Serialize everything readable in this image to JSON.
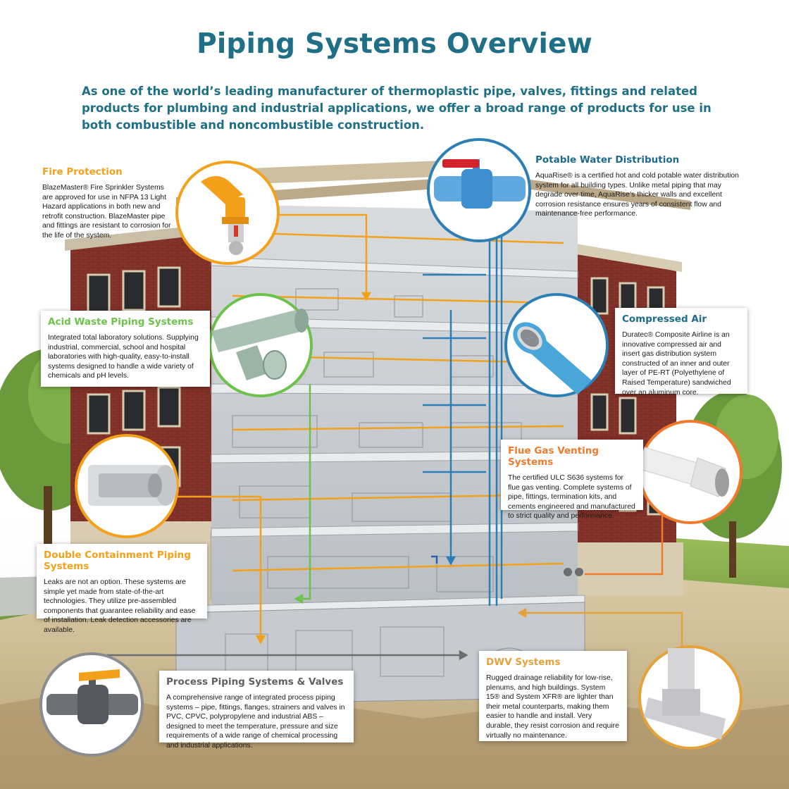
{
  "title": "Piping Systems Overview",
  "intro": "As one of the world’s leading manufacturer of thermoplastic pipe, valves, fittings and related products for plumbing and industrial applications, we offer a broad range of products for use in both combustible and noncombustible construction.",
  "colors": {
    "title": "#1f6f86",
    "orange": "#f3a11b",
    "green": "#6cc24a",
    "blue": "#2b7fb5",
    "gray": "#5f6061",
    "brick": "#8b3528"
  },
  "callouts": [
    {
      "key": "fire_protection",
      "title": "Fire Protection",
      "text": "BlazeMaster® Fire Sprinkler Systems are approved for use in NFPA 13 Light Hazard applications in both new and retrofit construction. BlazeMaster pipe and fittings are resistant to corrosion for the life of the system.",
      "icon": "sprinkler-icon"
    },
    {
      "key": "potable_water",
      "title": "Potable Water Distribution",
      "text": "AquaRise® is a certified hot and cold potable water distribution system for all building types. Unlike metal piping that may degrade over time, AquaRise’s thicker walls and excellent corrosion resistance ensures years of consistent flow and maintenance-free performance.",
      "icon": "ball-valve-icon"
    },
    {
      "key": "acid_waste",
      "title": "Acid Waste Piping Systems",
      "text": "Integrated total laboratory solutions. Supplying industrial, commercial, school and hospital laboratories with high-quality, easy-to-install systems designed to handle a wide variety of chemicals and pH levels.",
      "icon": "pipe-fittings-icon"
    },
    {
      "key": "compressed_air",
      "title": "Compressed Air",
      "text": "Duratec® Composite Airline is an innovative compressed air and insert gas distribution system constructed of an inner and outer layer of PE-RT (Polyethylene of Raised Temperature) sandwiched over an aluminum core.",
      "icon": "airline-pipe-icon"
    },
    {
      "key": "flue_gas",
      "title": "Flue Gas Venting Systems",
      "text": "The certified ULC S636 systems for flue gas venting. Complete systems of pipe, fittings, termination kits, and cements engineered and manufactured to strict quality and performance.",
      "icon": "vent-pipe-icon"
    },
    {
      "key": "double_containment",
      "title": "Double Containment Piping Systems",
      "text": "Leaks are not an option. These systems are simple yet made from state-of-the-art technologies. They utilize pre-assembled components that guarantee reliability and ease of installation. Leak detection accessories are available.",
      "icon": "containment-pipe-icon"
    },
    {
      "key": "process_piping",
      "title": "Process Piping Systems & Valves",
      "text": "A comprehensive range of integrated process piping systems – pipe, fittings, flanges, strainers and valves in PVC, CPVC, polypropylene and industrial ABS – designed to meet the temperature, pressure and size requirements of a wide range of chemical processing and industrial applications.",
      "icon": "process-valve-icon"
    },
    {
      "key": "dwv",
      "title": "DWV Systems",
      "text": "Rugged drainage reliability for low-rise, plenums, and high buildings. System 15® and System XFR® are lighter than their metal counterparts, making them easier to handle and install. Very durable, they resist corrosion and require virtually no maintenance.",
      "icon": "tee-fitting-icon"
    }
  ]
}
